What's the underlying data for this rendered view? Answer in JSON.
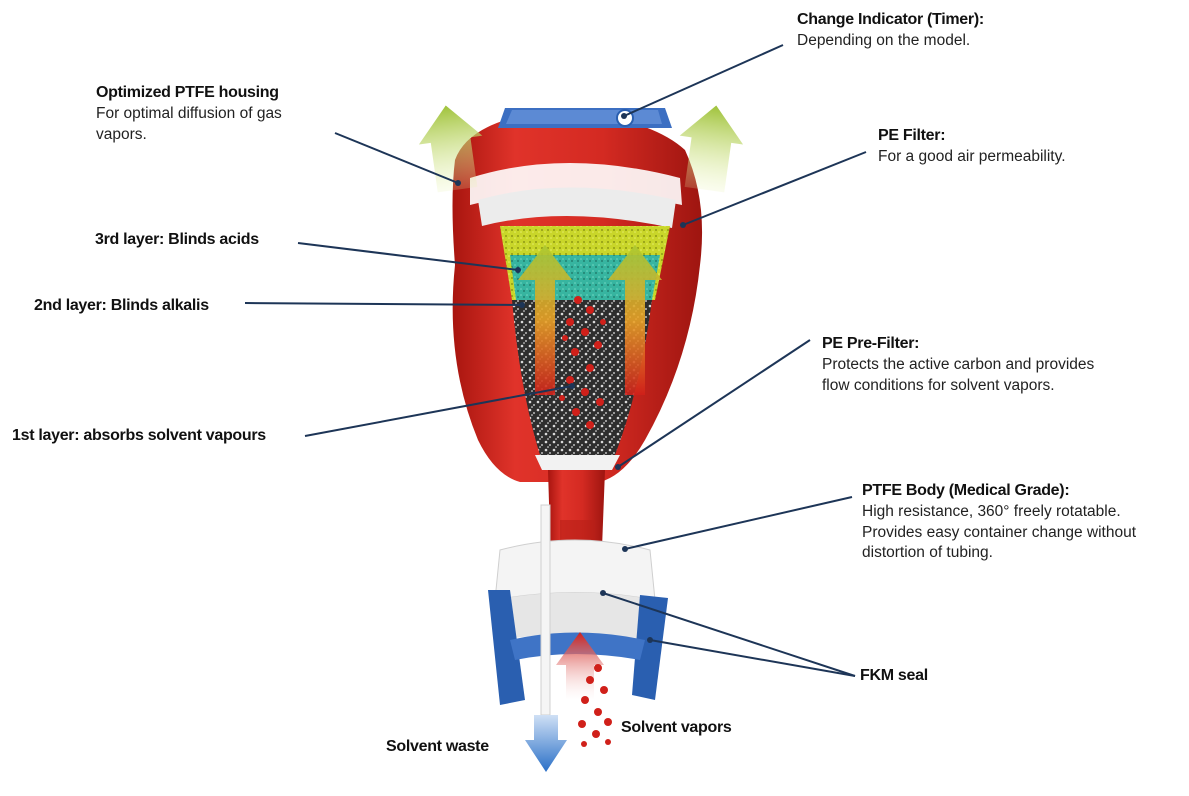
{
  "labels": {
    "change_indicator": {
      "title": "Change Indicator (Timer):",
      "desc": "Depending on the model."
    },
    "housing": {
      "title": "Optimized PTFE housing",
      "desc_line1": "For optimal diffusion of gas",
      "desc_line2": "vapors."
    },
    "pe_filter": {
      "title": "PE Filter:",
      "desc": "For a good air permeability."
    },
    "layer3": "3rd layer: Blinds acids",
    "layer2": "2nd layer: Blinds alkalis",
    "layer1": "1st layer: absorbs solvent vapours",
    "pre_filter": {
      "title": "PE Pre-Filter:",
      "desc_line1": "Protects the active carbon and provides",
      "desc_line2": "flow conditions for solvent vapors."
    },
    "body": {
      "title": "PTFE Body (Medical Grade):",
      "desc_line1": "High resistance, 360° freely rotatable.",
      "desc_line2": "Provides easy container change without",
      "desc_line3": "distortion of tubing."
    },
    "fkm_seal": "FKM seal",
    "solvent_waste": "Solvent waste",
    "solvent_vapors": "Solvent vapors"
  },
  "colors": {
    "housing_red": "#d42a22",
    "housing_dark": "#9e1510",
    "cap_blue": "#2a5fb0",
    "leader_line": "#1d3557",
    "arrow_green": "#9fc23a",
    "layer_yellow": "#c9d62a",
    "layer_teal": "#2fb3a6",
    "carbon": "#3a3a3a",
    "vapor_red": "#d0201a",
    "waste_blue": "#2a6fc7"
  }
}
